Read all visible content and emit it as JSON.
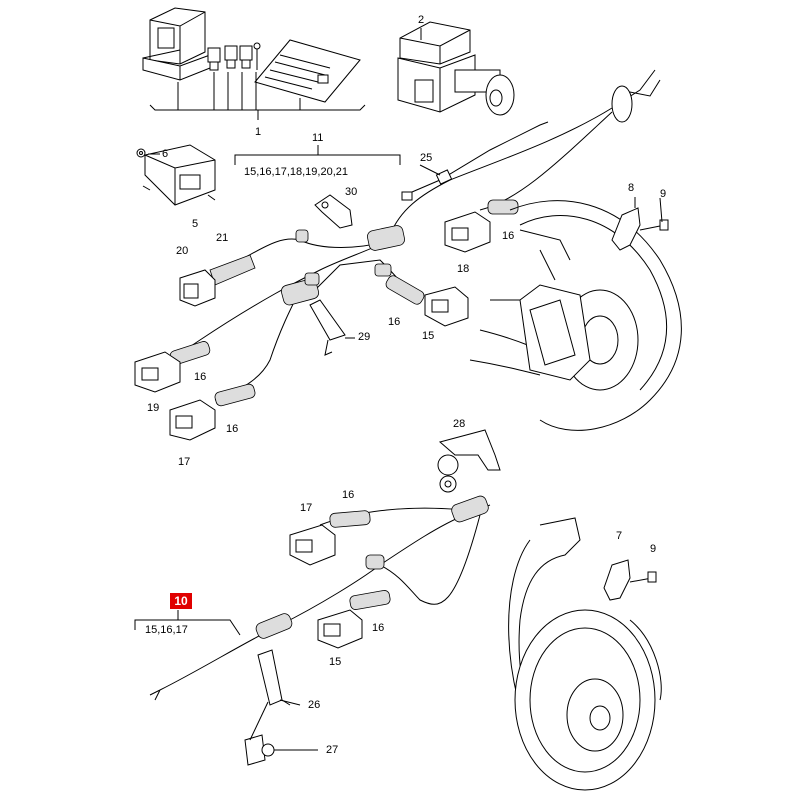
{
  "callouts": {
    "c1": "1",
    "c2": "2",
    "c5": "5",
    "c6": "6",
    "c7": "7",
    "c8": "8",
    "c9a": "9",
    "c9b": "9",
    "c11": "11",
    "c15a": "15",
    "c15b": "15",
    "c16a": "16",
    "c16b": "16",
    "c16c": "16",
    "c16d": "16",
    "c16e": "16",
    "c16f": "16",
    "c17a": "17",
    "c17b": "17",
    "c18": "18",
    "c19": "19",
    "c20": "20",
    "c21": "21",
    "c25": "25",
    "c26": "26",
    "c27": "27",
    "c28": "28",
    "c29": "29",
    "c30": "30"
  },
  "groups": {
    "g11": "15,16,17,18,19,20,21",
    "g10": "15,16,17"
  },
  "highlight": {
    "label": "10",
    "color": "#e00000"
  }
}
